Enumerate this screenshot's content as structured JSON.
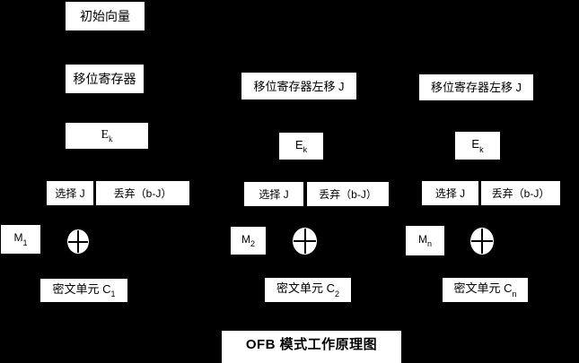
{
  "title": "OFB 模式工作原理图",
  "colors": {
    "background": "#000000",
    "box_fill": "#ffffff",
    "box_text": "#000000"
  },
  "xor_icon_symbol": "circled-plus",
  "columns": [
    {
      "initial_vector": "初始向量",
      "shift_register": "移位寄存器",
      "ek": {
        "base": "E",
        "sub": "k"
      },
      "select": "选择 J",
      "discard": "丢弃（b-J）",
      "message": {
        "base": "M",
        "sub": "1"
      },
      "ciphertext": {
        "base": "密文单元 C",
        "sub": "1"
      }
    },
    {
      "shift_register": "移位寄存器左移 J",
      "ek": {
        "base": "E",
        "sub": "k"
      },
      "select": "选择 J",
      "discard": "丢弃（b-J）",
      "message": {
        "base": "M",
        "sub": "2"
      },
      "ciphertext": {
        "base": "密文单元 C",
        "sub": "2"
      }
    },
    {
      "shift_register": "移位寄存器左移 J",
      "ek": {
        "base": "E",
        "sub": "k"
      },
      "select": "选择 J",
      "discard": "丢弃（b-J）",
      "message": {
        "base": "M",
        "sub": "n"
      },
      "ciphertext": {
        "base": "密文单元 C",
        "sub": "n"
      }
    }
  ]
}
